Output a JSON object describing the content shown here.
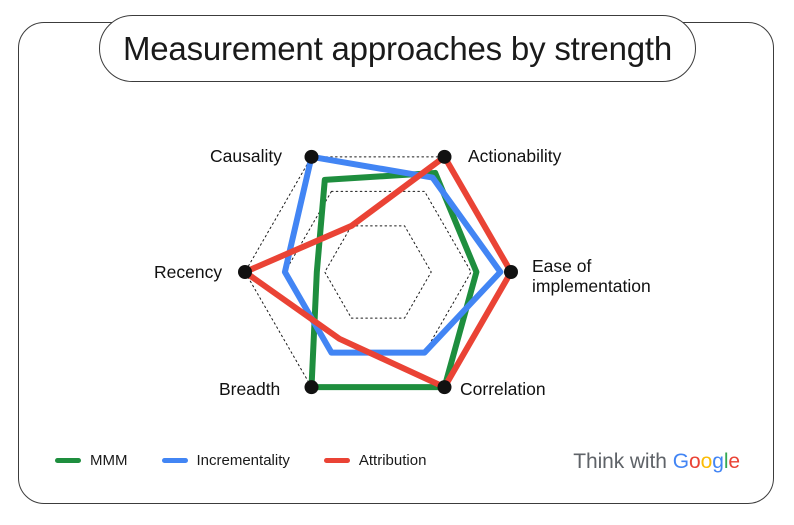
{
  "title": "Measurement approaches by strength",
  "brand": {
    "prefix": "Think with",
    "google": "Google",
    "letters": [
      {
        "ch": "G",
        "color": "#4285F4"
      },
      {
        "ch": "o",
        "color": "#EA4335"
      },
      {
        "ch": "o",
        "color": "#FBBC05"
      },
      {
        "ch": "g",
        "color": "#4285F4"
      },
      {
        "ch": "l",
        "color": "#34A853"
      },
      {
        "ch": "e",
        "color": "#EA4335"
      }
    ]
  },
  "legend": {
    "items": [
      {
        "label": "MMM",
        "color": "#1e8e3e"
      },
      {
        "label": "Incrementality",
        "color": "#4285f4"
      },
      {
        "label": "Attribution",
        "color": "#ea4335"
      }
    ]
  },
  "axis_labels": {
    "causality": "Causality",
    "actionability": "Actionability",
    "ease_line1": "Ease of",
    "ease_line2": "implementation",
    "correlation": "Correlation",
    "breadth": "Breadth",
    "recency": "Recency"
  },
  "chart_data": {
    "type": "radar",
    "title": "Measurement approaches by strength",
    "categories": [
      "Causality",
      "Actionability",
      "Ease of implementation",
      "Correlation",
      "Breadth",
      "Recency"
    ],
    "rings": [
      0.4,
      0.7,
      1.0
    ],
    "grid": true,
    "legend_position": "bottom-left",
    "rmin": 0,
    "rmax": 1.0,
    "series": [
      {
        "name": "MMM",
        "color": "#1e8e3e",
        "values": [
          0.8,
          0.86,
          0.74,
          1.0,
          1.0,
          0.46
        ]
      },
      {
        "name": "Incrementality",
        "color": "#4285f4",
        "values": [
          1.0,
          0.82,
          0.92,
          0.7,
          0.7,
          0.7
        ]
      },
      {
        "name": "Attribution",
        "color": "#ea4335",
        "values": [
          0.4,
          1.0,
          1.0,
          1.0,
          0.58,
          1.0
        ]
      }
    ],
    "center": {
      "x": 378,
      "y": 272
    },
    "radius": 133,
    "vertex_dot_radius": 7
  }
}
